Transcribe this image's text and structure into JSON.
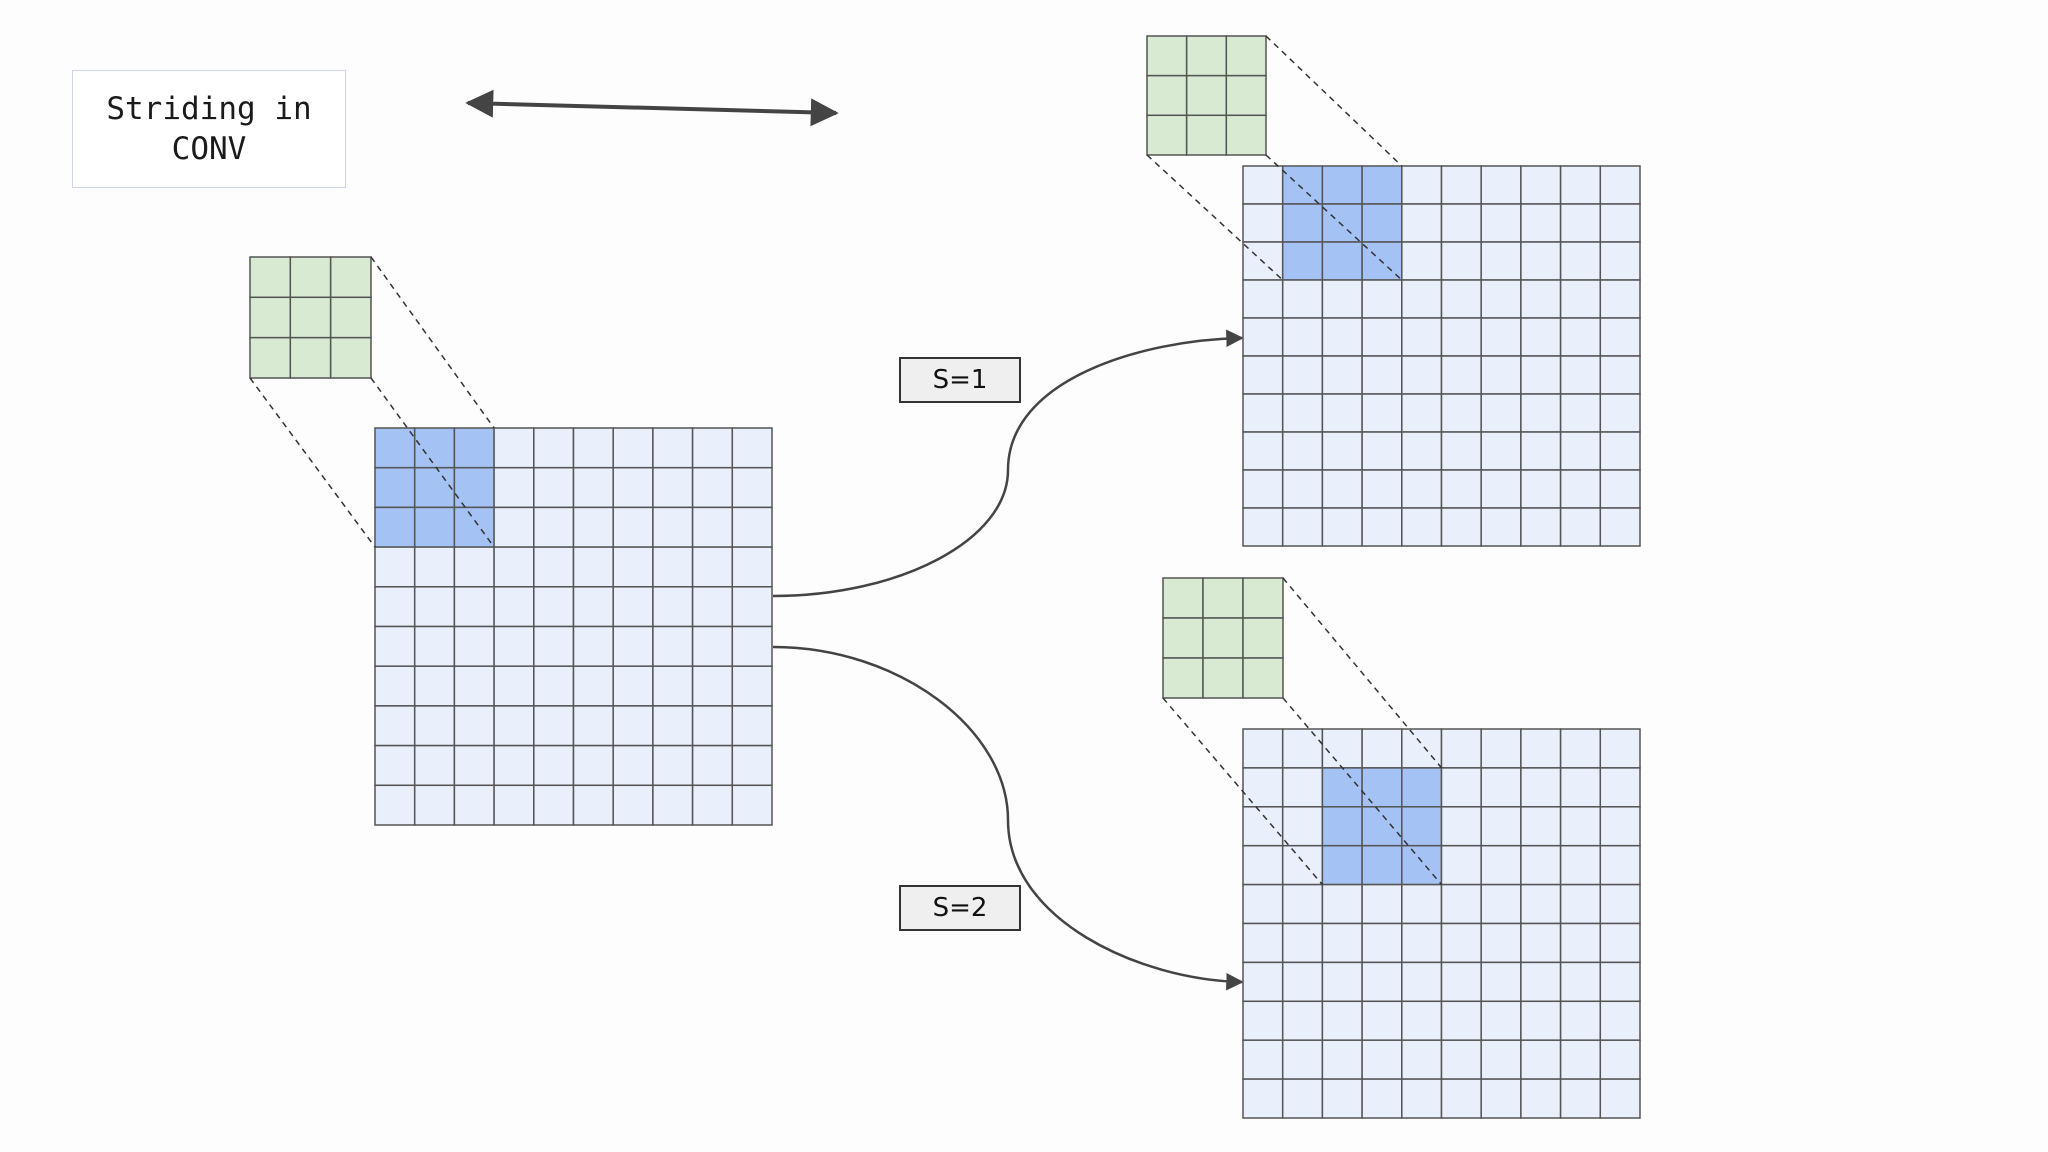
{
  "title": "Striding in\nCONV",
  "labels": {
    "stride_one": "S=1",
    "stride_two": "S=2"
  },
  "colors": {
    "grid_cell": "#e9effb",
    "highlight_cell": "#a4c2f4",
    "kernel_cell": "#d9ead3",
    "grid_line": "#555555",
    "connector": "#444444"
  },
  "grid": {
    "rows": 10,
    "cols": 10
  },
  "kernel": {
    "size": 3
  },
  "strides": [
    1,
    2
  ],
  "highlight": {
    "input": {
      "row": 0,
      "col": 0
    },
    "stride_one": {
      "row": 0,
      "col": 1
    },
    "stride_two": {
      "row": 1,
      "col": 2
    }
  }
}
